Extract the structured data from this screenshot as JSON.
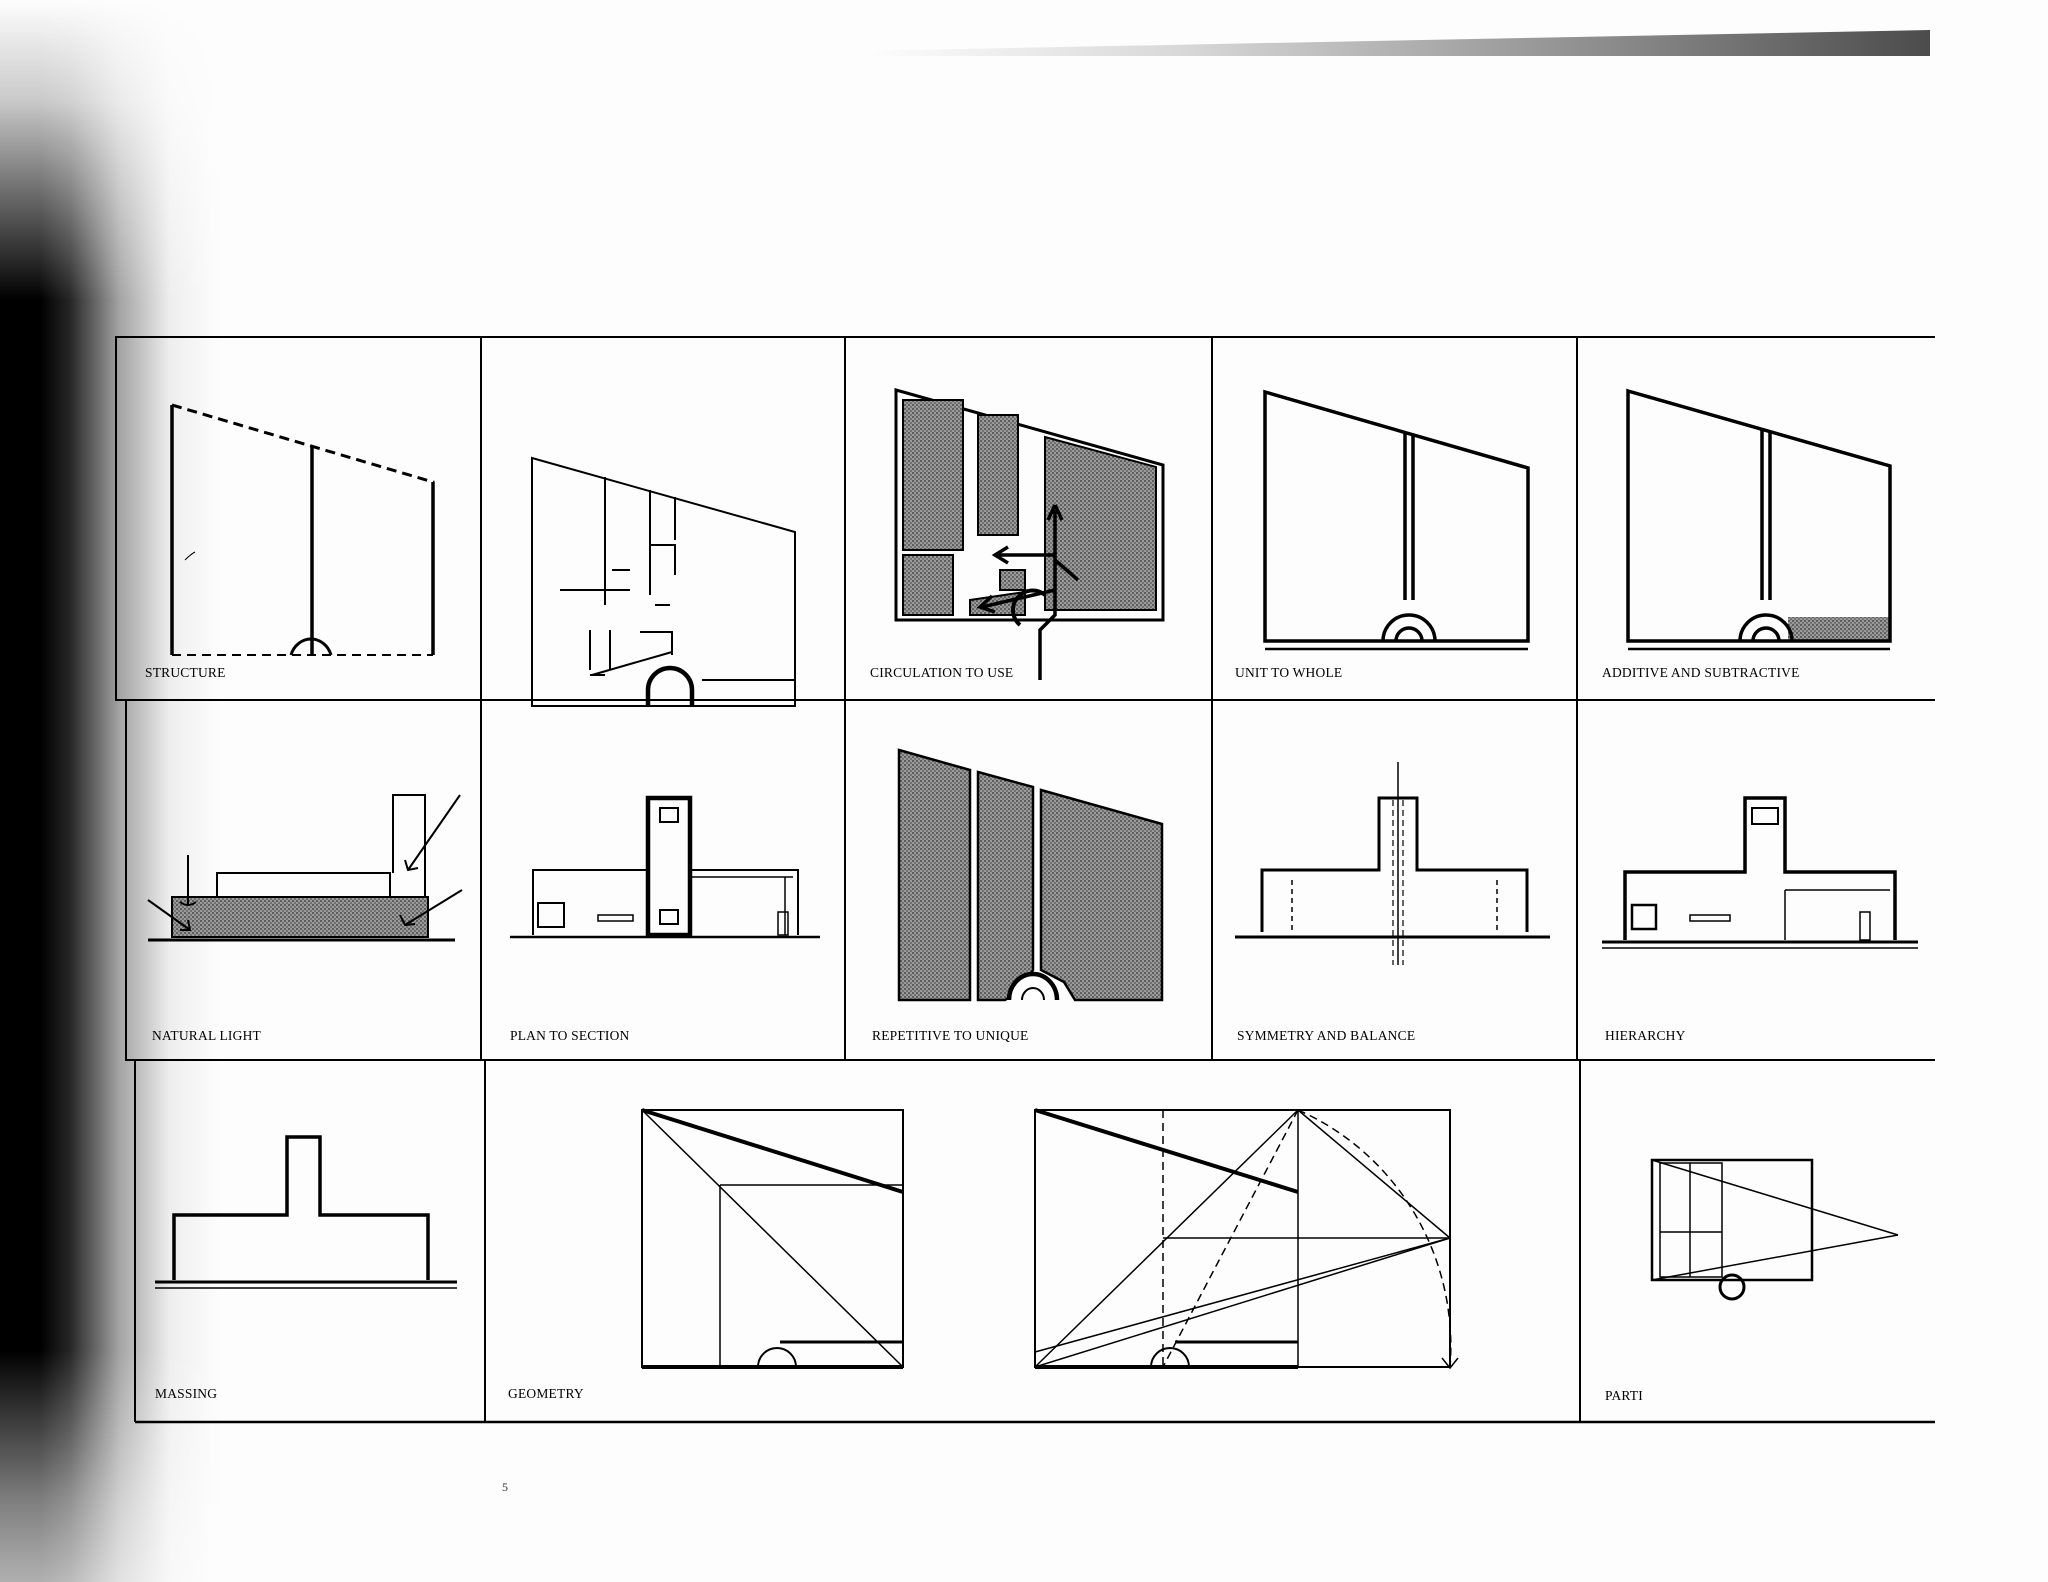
{
  "captions": {
    "structure": "STRUCTURE",
    "circulation": "CIRCULATION TO USE",
    "unit_to_whole": "UNIT TO WHOLE",
    "additive": "ADDITIVE AND SUBTRACTIVE",
    "natural_light": "NATURAL LIGHT",
    "plan_to_section": "PLAN TO SECTION",
    "repetitive": "REPETITIVE TO UNIQUE",
    "symmetry": "SYMMETRY AND BALANCE",
    "hierarchy": "HIERARCHY",
    "massing": "MASSING",
    "geometry": "GEOMETRY",
    "parti": "PARTI"
  },
  "page_number": "5",
  "colors": {
    "ink": "#000000",
    "paper": "#fdfdfd",
    "hatch": "#8c8c8c"
  }
}
